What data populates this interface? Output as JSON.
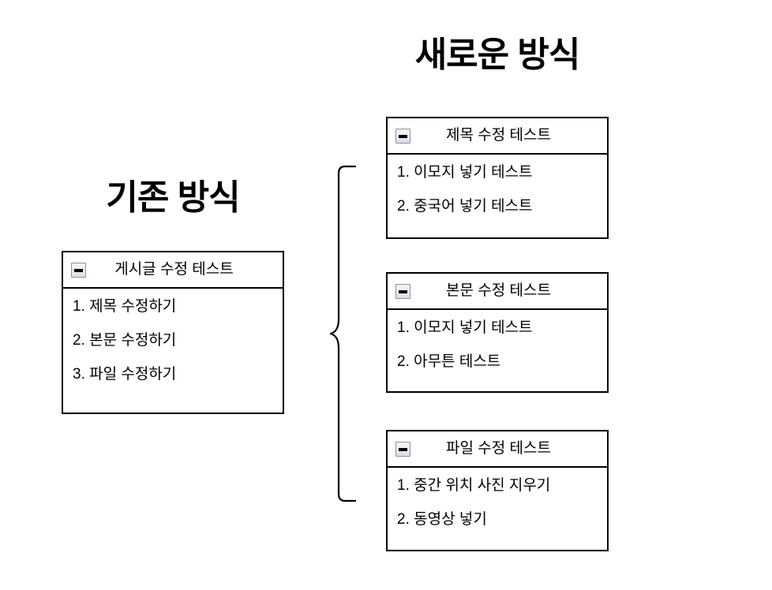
{
  "page": {
    "background_color": "#ffffff",
    "text_color": "#000000",
    "border_color": "#000000"
  },
  "old_section": {
    "heading": "기존 방식",
    "box": {
      "icon": "minimize-icon",
      "title": "게시글 수정 테스트",
      "items": [
        "1. 제목 수정하기",
        "2. 본문 수정하기",
        "3. 파일 수정하기"
      ]
    }
  },
  "new_section": {
    "heading": "새로운 방식",
    "boxes": [
      {
        "icon": "minimize-icon",
        "title": "제목 수정 테스트",
        "items": [
          "1. 이모지 넣기 테스트",
          "2. 중국어 넣기 테스트"
        ]
      },
      {
        "icon": "minimize-icon",
        "title": "본문 수정 테스트",
        "items": [
          "1. 이모지 넣기 테스트",
          "2. 아무튼 테스트"
        ]
      },
      {
        "icon": "minimize-icon",
        "title": "파일 수정 테스트",
        "items": [
          "1. 중간 위치 사진 지우기",
          "2. 동영상 넣기"
        ]
      }
    ]
  },
  "connector": {
    "type": "left-curly-brace",
    "stroke_color": "#000000",
    "stroke_width": 2
  }
}
